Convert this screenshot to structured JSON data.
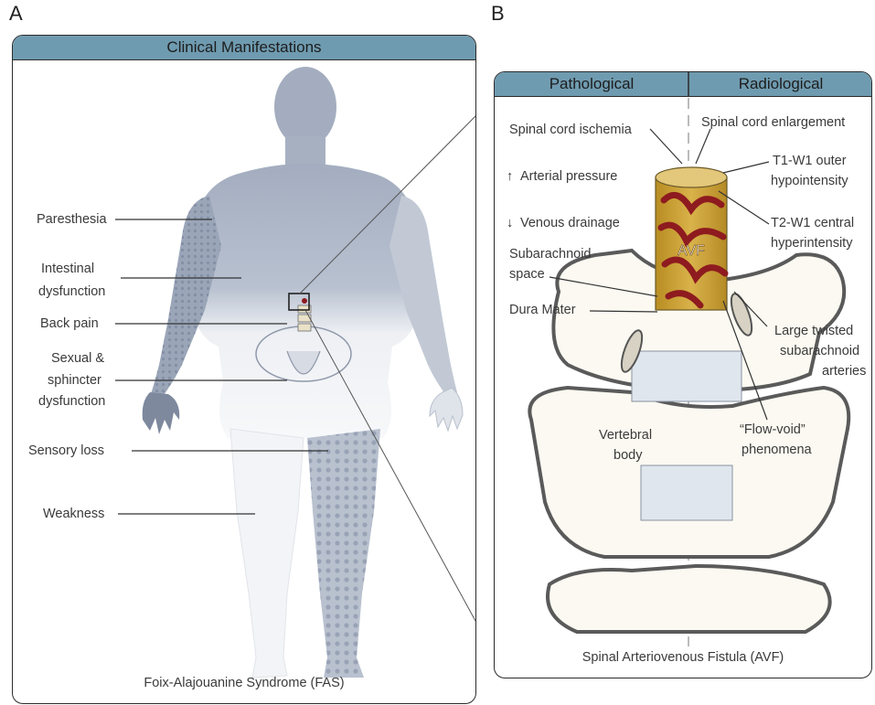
{
  "panel_a": {
    "letter": "A",
    "header": "Clinical Manifestations",
    "labels": {
      "paresthesia": "Paresthesia",
      "intestinal_1": "Intestinal",
      "intestinal_2": "dysfunction",
      "back_pain": "Back pain",
      "sexual_1": "Sexual &",
      "sexual_2": "sphincter",
      "sexual_3": "dysfunction",
      "sensory_loss": "Sensory loss",
      "weakness": "Weakness"
    },
    "caption": "Foix-Alajouanine Syndrome (FAS)"
  },
  "panel_b": {
    "letter": "B",
    "header_left": "Pathological",
    "header_right": "Radiological",
    "labels": {
      "ischemia": "Spinal cord ischemia",
      "arterial": "Arterial pressure",
      "arterial_arrow": "↑",
      "venous": "Venous drainage",
      "venous_arrow": "↓",
      "subarachnoid_1": "Subarachnoid",
      "subarachnoid_2": "space",
      "dura": "Dura Mater",
      "enlargement": "Spinal cord enlargement",
      "t1_1": "T1-W1 outer",
      "t1_2": "hypointensity",
      "t2_1": "T2-W1 central",
      "t2_2": "hyperintensity",
      "large_1": "Large twisted",
      "large_2": "subarachnoid",
      "large_3": "arteries",
      "flow_1": "“Flow-void”",
      "flow_2": "phenomena",
      "vertebral_1": "Vertebral",
      "vertebral_2": "body",
      "avf": "AVF"
    },
    "caption": "Spinal Arteriovenous Fistula (AVF)"
  },
  "colors": {
    "header_fill": "#6f9bb0",
    "body_silhouette": "#a9b3c4",
    "cord_gold": "#c9a13a",
    "avf_red": "#8e1b1f"
  }
}
